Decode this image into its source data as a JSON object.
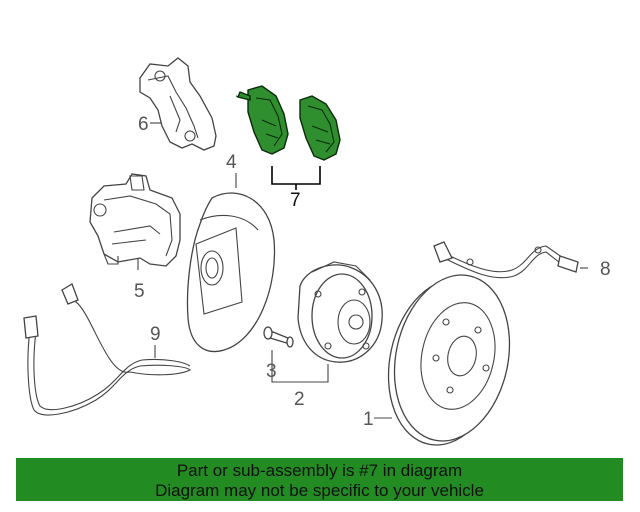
{
  "colors": {
    "highlight": "#2f8f2f",
    "banner_bg": "#228b22",
    "banner_text": "#111111",
    "line": "#444444"
  },
  "callouts": {
    "c1": "1",
    "c2": "2",
    "c3": "3",
    "c4": "4",
    "c5": "5",
    "c6": "6",
    "c7": "7",
    "c8": "8",
    "c9": "9"
  },
  "parts": {
    "p1": "rotor",
    "p2": "hub-bearing",
    "p3": "hub-bolt",
    "p4": "splash-shield",
    "p5": "caliper",
    "p6": "caliper-bracket",
    "p7": "brake-pads",
    "p8": "abs-sensor",
    "p9": "wear-sensor-harness"
  },
  "banner": {
    "line1": "Part or sub-assembly is #7 in diagram",
    "line2": "Diagram may not be specific to your vehicle"
  }
}
